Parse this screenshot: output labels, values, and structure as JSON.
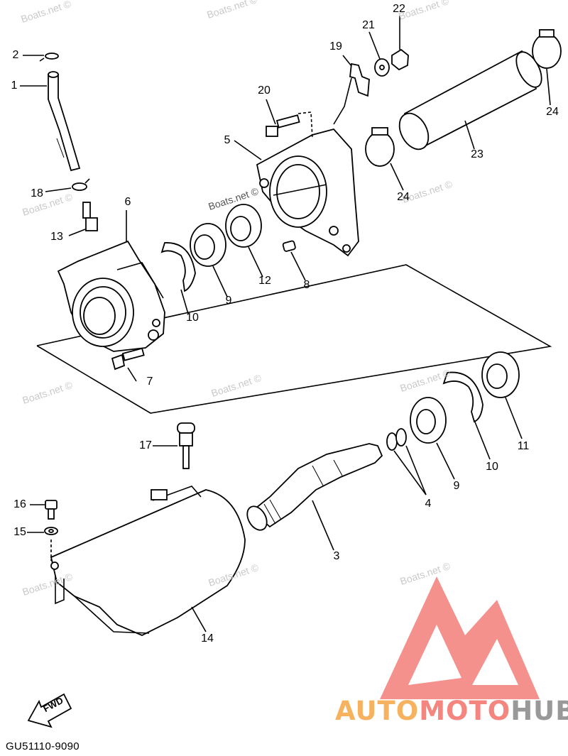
{
  "parts": [
    {
      "id": "p1",
      "text": "1"
    },
    {
      "id": "p2",
      "text": "2"
    },
    {
      "id": "p3",
      "text": "3"
    },
    {
      "id": "p4",
      "text": "4"
    },
    {
      "id": "p5",
      "text": "5"
    },
    {
      "id": "p6",
      "text": "6"
    },
    {
      "id": "p7",
      "text": "7"
    },
    {
      "id": "p8",
      "text": "8"
    },
    {
      "id": "p9a",
      "text": "9"
    },
    {
      "id": "p9b",
      "text": "9"
    },
    {
      "id": "p10a",
      "text": "10"
    },
    {
      "id": "p10b",
      "text": "10"
    },
    {
      "id": "p11",
      "text": "11"
    },
    {
      "id": "p12",
      "text": "12"
    },
    {
      "id": "p13",
      "text": "13"
    },
    {
      "id": "p14",
      "text": "14"
    },
    {
      "id": "p15",
      "text": "15"
    },
    {
      "id": "p16",
      "text": "16"
    },
    {
      "id": "p17",
      "text": "17"
    },
    {
      "id": "p18",
      "text": "18"
    },
    {
      "id": "p19",
      "text": "19"
    },
    {
      "id": "p20",
      "text": "20"
    },
    {
      "id": "p21",
      "text": "21"
    },
    {
      "id": "p22",
      "text": "22"
    },
    {
      "id": "p23",
      "text": "23"
    },
    {
      "id": "p24a",
      "text": "24"
    },
    {
      "id": "p24b",
      "text": "24"
    }
  ],
  "watermark": "Boats.net ©",
  "fwd_label": "FWD",
  "diagram_code": "GU51110-9090",
  "brand": {
    "part1": "AUTO",
    "part2": "MOTO",
    "part3": "HUB",
    "colors": {
      "auto": "#f6b25e",
      "moto": "#f4857f",
      "hub": "#999999",
      "logo": "#f4857f"
    }
  }
}
